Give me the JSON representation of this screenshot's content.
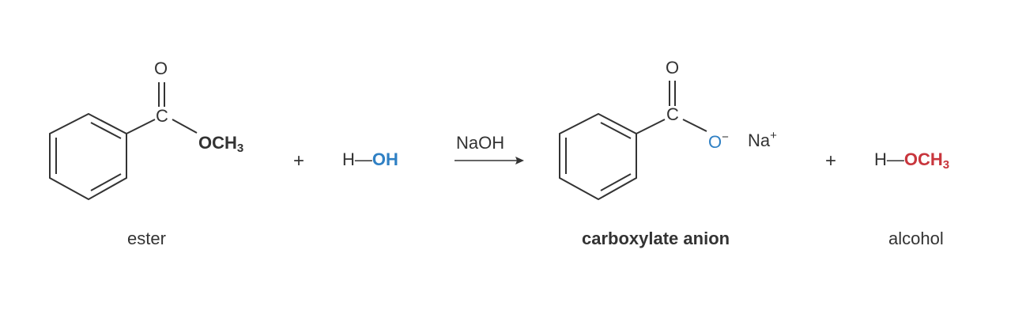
{
  "reaction": {
    "reagent": "NaOH",
    "plus_sign": "+",
    "reactant1": {
      "name": "ester",
      "carbonyl_o": "O",
      "carbonyl_c": "C",
      "group": "OCH",
      "group_sub": "3",
      "group_color": "#c8363d"
    },
    "reactant2": {
      "h": "H",
      "bond": "—",
      "group": "OH",
      "group_color": "#2f80c4"
    },
    "product1": {
      "name": "carboxylate anion",
      "carbonyl_o": "O",
      "carbonyl_c": "C",
      "anion": "O",
      "anion_charge": "−",
      "cation": "Na",
      "cation_charge": "+",
      "anion_color": "#2f80c4"
    },
    "product2": {
      "name": "alcohol",
      "h": "H",
      "bond": "—",
      "group": "OCH",
      "group_sub": "3",
      "group_color": "#c8363d"
    }
  }
}
